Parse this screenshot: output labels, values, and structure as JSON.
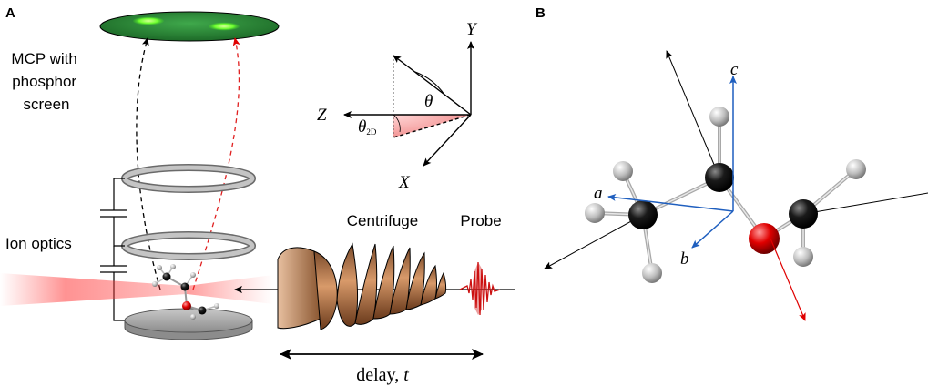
{
  "panel_a": {
    "label": "A",
    "mcp_label": [
      "MCP with",
      "phosphor",
      "screen"
    ],
    "ion_optics_label": "Ion optics",
    "centrifuge_label": "Centrifuge",
    "probe_label": "Probe",
    "delay_label": "delay,",
    "delay_symbol": "t",
    "axis_x": "X",
    "axis_y": "Y",
    "axis_z": "Z",
    "theta": "θ",
    "theta_2d": "θ",
    "theta_2d_sub": "2D"
  },
  "panel_b": {
    "label": "B",
    "axis_a": "a",
    "axis_b": "b",
    "axis_c": "c"
  },
  "colors": {
    "mcp_green": "#2e8b3a",
    "spot_green": "#7fff3a",
    "ring_gray": "#9a9a9a",
    "laser_red": "#ff3030",
    "centrifuge_brown": "#b87a52",
    "probe_red": "#cc1010",
    "axis_blue": "#1f5fbf",
    "oxygen_red": "#e00000",
    "carbon_black": "#1a1a1a",
    "hydrogen_gray": "#bdbdbd"
  }
}
